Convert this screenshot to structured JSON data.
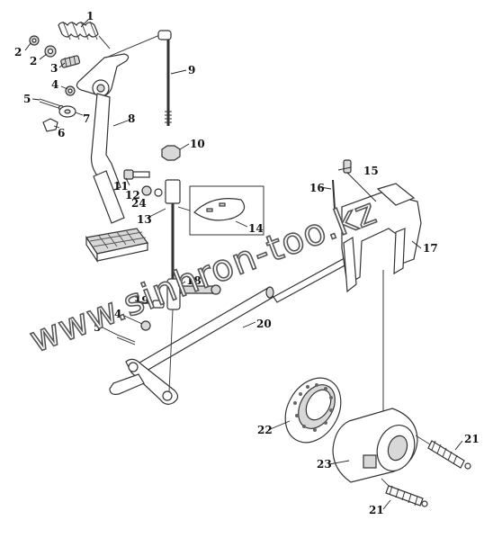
{
  "corner_mark": "",
  "watermark": "www.sinhron-too.kz",
  "labels": [
    {
      "id": "1",
      "text": "1"
    },
    {
      "id": "2a",
      "text": "2"
    },
    {
      "id": "2b",
      "text": "2"
    },
    {
      "id": "3",
      "text": "3"
    },
    {
      "id": "4a",
      "text": "4"
    },
    {
      "id": "5a",
      "text": "5"
    },
    {
      "id": "6",
      "text": "6"
    },
    {
      "id": "7",
      "text": "7"
    },
    {
      "id": "8",
      "text": "8"
    },
    {
      "id": "9",
      "text": "9"
    },
    {
      "id": "10",
      "text": "10"
    },
    {
      "id": "11",
      "text": "11"
    },
    {
      "id": "12",
      "text": "12"
    },
    {
      "id": "24",
      "text": "24"
    },
    {
      "id": "13",
      "text": "13"
    },
    {
      "id": "14",
      "text": "14"
    },
    {
      "id": "15",
      "text": "15"
    },
    {
      "id": "16",
      "text": "16"
    },
    {
      "id": "17",
      "text": "17"
    },
    {
      "id": "18",
      "text": "18"
    },
    {
      "id": "19",
      "text": "19"
    },
    {
      "id": "4b",
      "text": "4"
    },
    {
      "id": "5b",
      "text": "5"
    },
    {
      "id": "20",
      "text": "20"
    },
    {
      "id": "22",
      "text": "22"
    },
    {
      "id": "21a",
      "text": "21"
    },
    {
      "id": "23",
      "text": "23"
    },
    {
      "id": "21b",
      "text": "21"
    }
  ]
}
